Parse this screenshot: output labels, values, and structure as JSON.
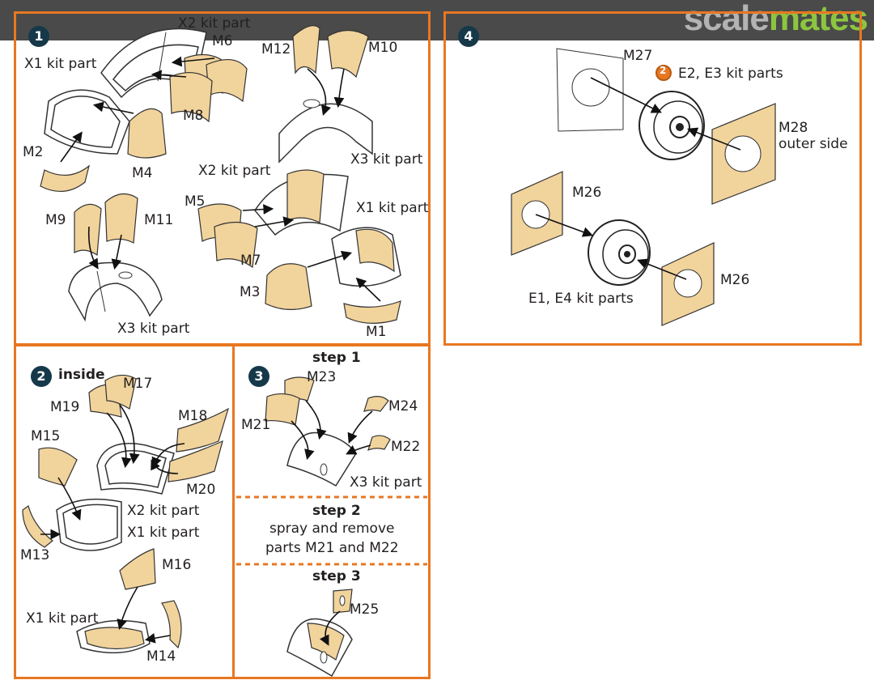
{
  "brand": {
    "part1": "scale",
    "part2": "mates"
  },
  "step_numbers": [
    "1",
    "2",
    "3",
    "4"
  ],
  "panel1": {
    "labels": [
      "X2 kit part",
      "M6",
      "X1 kit part",
      "M12",
      "M10",
      "M8",
      "M2",
      "M4",
      "X3 kit part",
      "X2 kit part",
      "M5",
      "X1 kit part",
      "M9",
      "M11",
      "M7",
      "M3",
      "X3 kit part",
      "M1"
    ]
  },
  "panel2": {
    "title": "inside",
    "labels": [
      "M17",
      "M19",
      "M18",
      "M15",
      "M20",
      "X2 kit part",
      "X1 kit part",
      "M13",
      "M16",
      "X1 kit part",
      "M14"
    ]
  },
  "panel3": {
    "step1_title": "step 1",
    "step1_labels": [
      "M23",
      "M24",
      "M21",
      "M22",
      "X3 kit part"
    ],
    "step2_title": "step 2",
    "step2_text1": "spray and remove",
    "step2_text2": "parts M21 and M22",
    "step3_title": "step 3",
    "step3_labels": [
      "M25"
    ]
  },
  "panel4": {
    "labels": [
      "M27",
      "E2, E3 kit parts",
      "M28",
      "outer side",
      "M26",
      "M26",
      "E1, E4 kit parts"
    ],
    "badge": "2"
  },
  "colors": {
    "frame": "#e87722",
    "mask": "#f1d39c",
    "step_circle": "#16394a",
    "brand_grey": "#b3b3b3",
    "brand_green": "#8cc63f"
  }
}
